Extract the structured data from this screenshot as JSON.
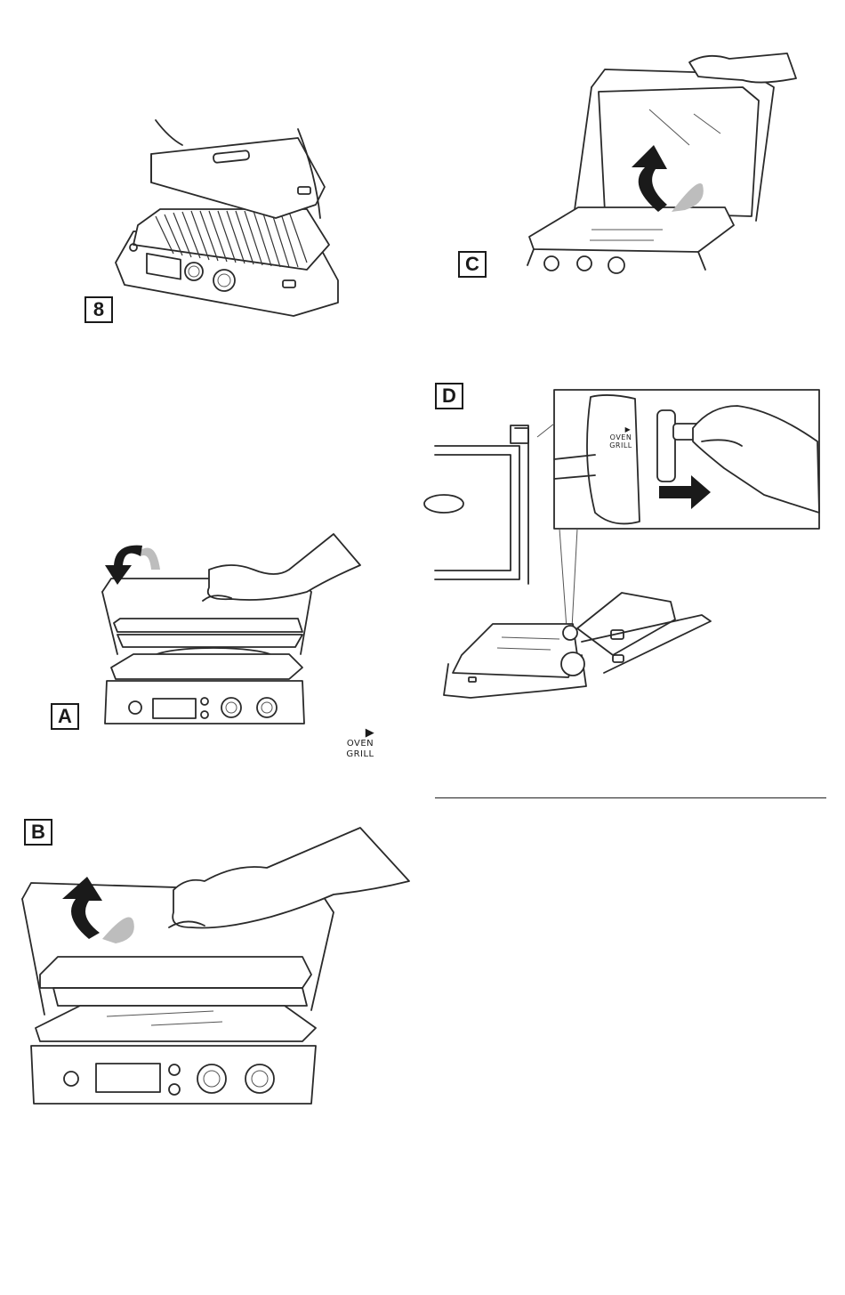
{
  "figures": {
    "fig8": {
      "label": "8",
      "description_icon": "grill-top-plate-removal"
    },
    "figA": {
      "label": "A",
      "description_icon": "hand-closing-lid"
    },
    "figB": {
      "label": "B",
      "description_icon": "hand-opening-lid"
    },
    "figC": {
      "label": "C",
      "description_icon": "lid-raised-flat"
    },
    "figD": {
      "label": "D",
      "description_icon": "hinge-knob-adjustment"
    }
  },
  "symbol": {
    "arrow": "▶",
    "line1": "OVEN",
    "line2": "GRILL"
  },
  "inset": {
    "arrow": "▶",
    "line1": "OVEN",
    "line2": "GRILL"
  },
  "colors": {
    "ink": "#1a1a1a",
    "arrow_grey": "#bdbdbd"
  }
}
